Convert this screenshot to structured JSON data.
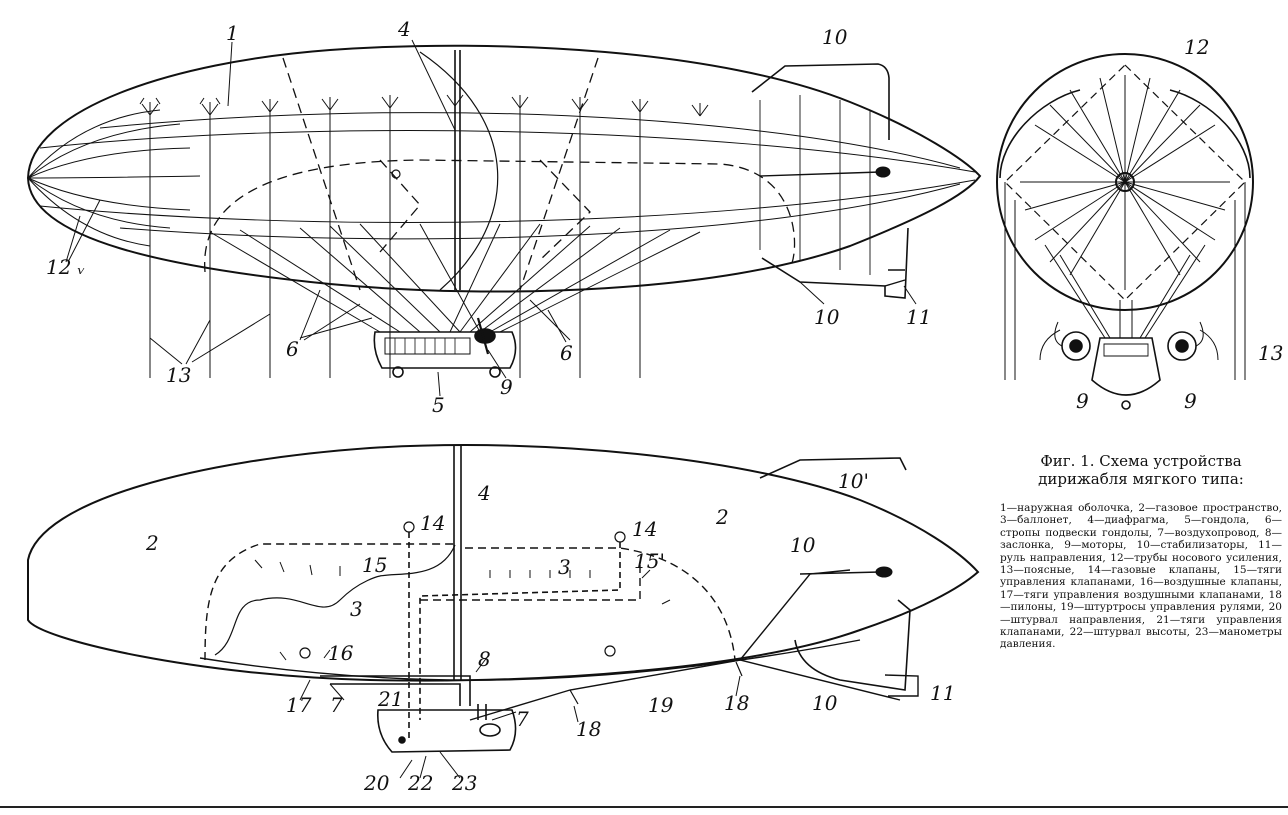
{
  "caption": {
    "title_line1": "Фиг. 1. Схема устройства",
    "title_line2": "дирижабля мягкого типа:",
    "legend": [
      "1—наружная оболочка,",
      "2—газовое пространство,",
      "3—баллонет,",
      "4—диафрагма,",
      "5—гондола,",
      "6—стропы подвески гондолы,",
      "7—воздухопровод,",
      "8—заслонка,",
      "9—моторы,",
      "10—стабилизаторы,",
      "11—руль направления,",
      "12—трубы носового усиления,",
      "13—поясные,",
      "14—газовые клапаны,",
      "15—тяги управления клапанами,",
      "16—воздушные клапаны,",
      "17—тяги управления воздушными клапанами,",
      "18—пилоны,",
      "19—штуртросы управления рулями,",
      "20—штурвал направления,",
      "21—тяги управления клапанами,",
      "22—штурвал высоты,",
      "23—манометры давления."
    ]
  },
  "labels": {
    "top": {
      "l1": "1",
      "l4": "4",
      "l10a": "10",
      "l12": "12 ᵥ",
      "l13": "13",
      "l6a": "6",
      "l5": "5",
      "l9": "9",
      "l6b": "6",
      "l10b": "10",
      "l11": "11"
    },
    "front": {
      "l12": "12",
      "l9a": "9",
      "l9b": "9",
      "l13": "13"
    },
    "bottom": {
      "l4": "4",
      "l10p": "10'",
      "l2a": "2",
      "l14a": "14",
      "l14b": "14",
      "l2b": "2",
      "l10a": "10",
      "l15a": "15",
      "l15b": "15'",
      "l3a": "3",
      "l3b": "3",
      "l16": "16",
      "l8": "8",
      "l21": "21",
      "l7a": "7",
      "l7b": "7",
      "l17": "17",
      "l18a": "18",
      "l18b": "18",
      "l19": "19",
      "l10b": "10",
      "l11": "11",
      "l20": "20",
      "l22": "22",
      "l23": "23"
    }
  }
}
